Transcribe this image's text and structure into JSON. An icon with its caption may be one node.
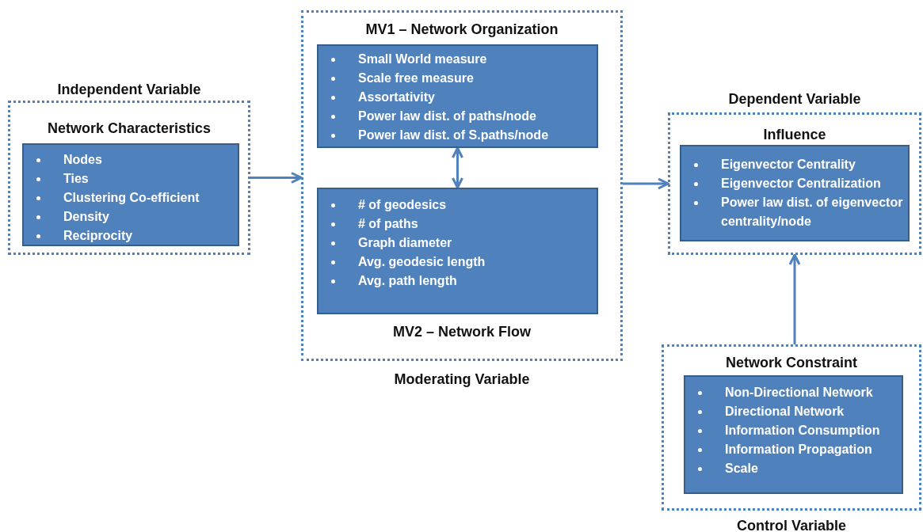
{
  "diagram": {
    "nodes": [
      {
        "text": [
          "Independent Variable",
          "Network Characteristics"
        ]
      },
      {
        "text": [
          "Nodes",
          "Ties",
          "Clustering Co-efficient",
          "Density",
          "Reciprocity"
        ],
        "in": 0
      },
      {
        "text": [
          "MV1 – Network Organization",
          "MV2 – Network Flow",
          "Moderating Variable"
        ]
      },
      {
        "text": [
          "Small World measure",
          "Scale free measure",
          "Assortativity",
          "Power law dist. of paths/node",
          "Power law dist. of S.paths/node"
        ],
        "in": 2
      },
      {
        "text": [
          "# of geodesics",
          "# of paths",
          "Graph diameter",
          "Avg. geodesic length",
          "Avg. path length"
        ],
        "in": 2
      },
      {
        "text": [
          "Dependent Variable",
          "Influence"
        ]
      },
      {
        "text": [
          "Eigenvector Centrality",
          "Eigenvector Centralization",
          "Power law dist. of eigenvector centrality/node"
        ],
        "in": 5
      },
      {
        "text": [
          "Network Constraint",
          "Control Variable"
        ]
      },
      {
        "text": [
          "Non-Directional Network",
          "Directional Network",
          "Information Consumption",
          "Information Propagation",
          "Scale"
        ],
        "in": 7
      }
    ],
    "edges": [
      {
        "from": 0,
        "to": 2,
        "arrow": "to"
      },
      {
        "from": 3,
        "to": 4,
        "arrow": "both"
      },
      {
        "from": 2,
        "to": 5,
        "arrow": "to"
      },
      {
        "from": 7,
        "to": 5,
        "arrow": "to"
      }
    ]
  }
}
